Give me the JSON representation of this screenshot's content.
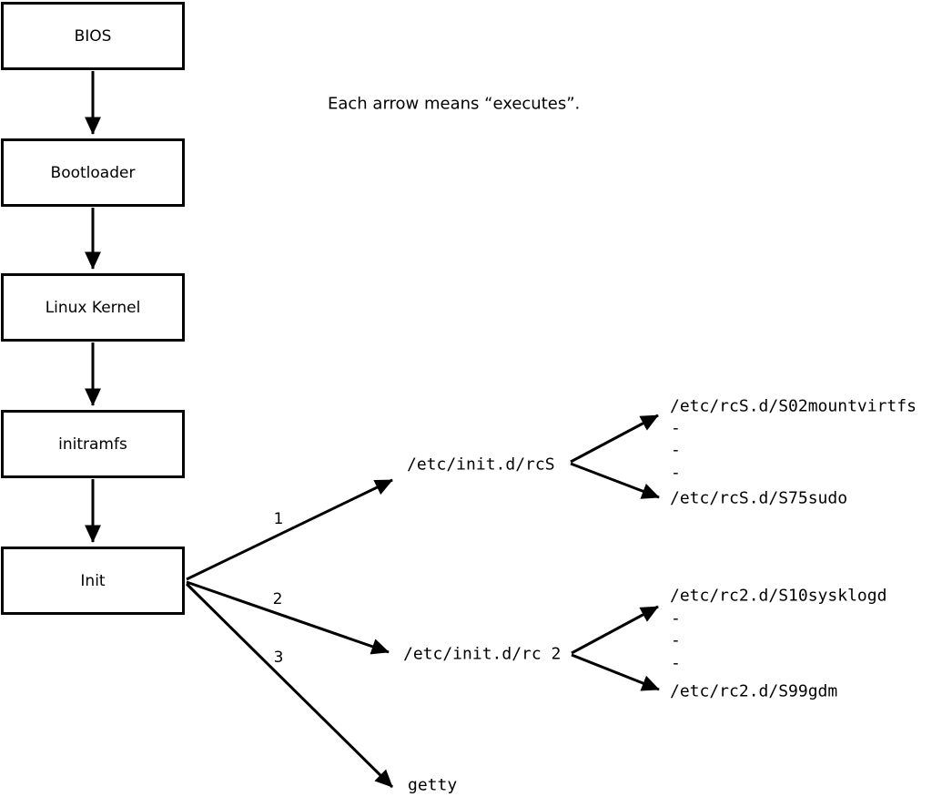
{
  "caption": "Each arrow means “executes”.",
  "colors": {
    "line": "#000000",
    "background": "#ffffff",
    "text": "#000000"
  },
  "boot_chain": {
    "boxes": [
      {
        "label": "BIOS"
      },
      {
        "label": "Bootloader"
      },
      {
        "label": "Linux Kernel"
      },
      {
        "label": "initramfs"
      },
      {
        "label": "Init"
      }
    ]
  },
  "init_branches": [
    {
      "order": "1",
      "target": "/etc/init.d/rcS",
      "entries": [
        "/etc/rcS.d/S02mountvirtfs",
        "-",
        "-",
        "-",
        "/etc/rcS.d/S75sudo"
      ]
    },
    {
      "order": "2",
      "target": "/etc/init.d/rc 2",
      "entries": [
        "/etc/rc2.d/S10sysklogd",
        "-",
        "-",
        "-",
        "/etc/rc2.d/S99gdm"
      ]
    },
    {
      "order": "3",
      "target": "getty",
      "entries": []
    }
  ]
}
